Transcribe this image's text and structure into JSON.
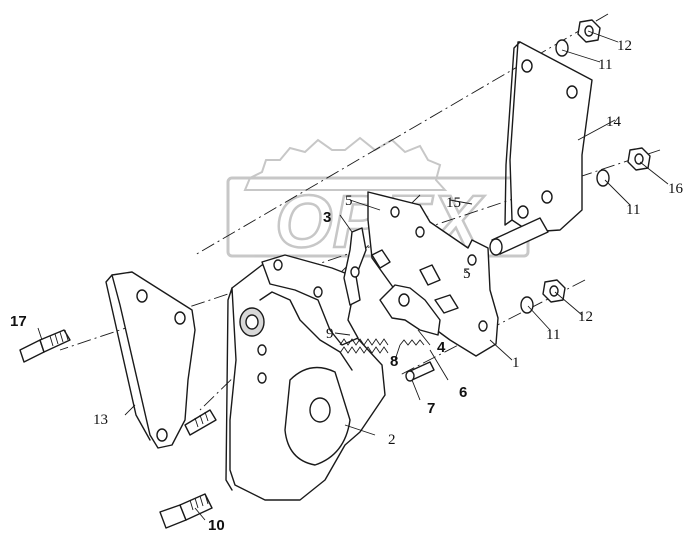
{
  "diagram": {
    "watermark": "ОРЕХ",
    "watermark_color": "#9a9a9a",
    "ink_color": "#1a1a1a",
    "callouts": [
      {
        "id": "c1",
        "text": "1",
        "bold": false
      },
      {
        "id": "c2",
        "text": "2",
        "bold": false
      },
      {
        "id": "c3",
        "text": "3",
        "bold": true
      },
      {
        "id": "c4",
        "text": "4",
        "bold": true
      },
      {
        "id": "c5a",
        "text": "5",
        "bold": false
      },
      {
        "id": "c5b",
        "text": "5",
        "bold": false
      },
      {
        "id": "c6",
        "text": "6",
        "bold": true
      },
      {
        "id": "c7",
        "text": "7",
        "bold": true
      },
      {
        "id": "c8",
        "text": "8",
        "bold": true
      },
      {
        "id": "c9",
        "text": "9",
        "bold": false
      },
      {
        "id": "c10",
        "text": "10",
        "bold": true
      },
      {
        "id": "c11a",
        "text": "11",
        "bold": false
      },
      {
        "id": "c11b",
        "text": "11",
        "bold": false
      },
      {
        "id": "c11c",
        "text": "11",
        "bold": false
      },
      {
        "id": "c12a",
        "text": "12",
        "bold": false
      },
      {
        "id": "c12b",
        "text": "12",
        "bold": false
      },
      {
        "id": "c13",
        "text": "13",
        "bold": false
      },
      {
        "id": "c14",
        "text": "14",
        "bold": false
      },
      {
        "id": "c15",
        "text": "15",
        "bold": false
      },
      {
        "id": "c16",
        "text": "16",
        "bold": false
      },
      {
        "id": "c17",
        "text": "17",
        "bold": true
      }
    ]
  }
}
